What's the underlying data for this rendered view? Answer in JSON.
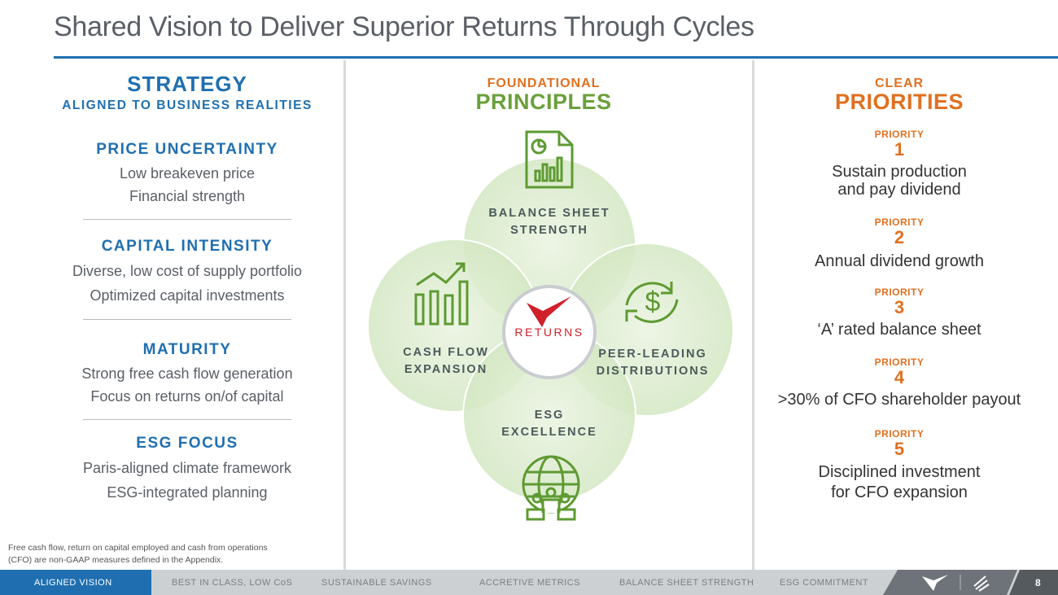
{
  "title": "Shared Vision to Deliver Superior Returns Through Cycles",
  "strategy": {
    "heading": "STRATEGY",
    "subheading": "ALIGNED TO BUSINESS REALITIES",
    "sections": [
      {
        "title": "PRICE UNCERTAINTY",
        "lines": [
          "Low breakeven price",
          "Financial strength"
        ]
      },
      {
        "title": "CAPITAL INTENSITY",
        "lines": [
          "Diverse, low cost of supply portfolio",
          "Optimized capital investments"
        ]
      },
      {
        "title": "MATURITY",
        "lines": [
          "Strong free cash flow generation",
          "Focus on returns on/of capital"
        ]
      },
      {
        "title": "ESG FOCUS",
        "lines": [
          "Paris-aligned climate framework",
          "ESG-integrated planning"
        ]
      }
    ]
  },
  "principles": {
    "heading_small": "FOUNDATIONAL",
    "heading": "PRINCIPLES",
    "center": "RETURNS",
    "items": {
      "top": [
        "BALANCE SHEET",
        "STRENGTH"
      ],
      "left": [
        "CASH FLOW",
        "EXPANSION"
      ],
      "right": [
        "PEER-LEADING",
        "DISTRIBUTIONS"
      ],
      "bottom": [
        "ESG",
        "EXCELLENCE"
      ]
    }
  },
  "priorities": {
    "heading_small": "CLEAR",
    "heading": "PRIORITIES",
    "items": [
      {
        "label": "PRIORITY",
        "num": "1",
        "lines": [
          "Sustain production",
          "and pay dividend"
        ]
      },
      {
        "label": "PRIORITY",
        "num": "2",
        "lines": [
          "Annual dividend growth"
        ]
      },
      {
        "label": "PRIORITY",
        "num": "3",
        "lines": [
          "‘A’ rated balance sheet"
        ]
      },
      {
        "label": "PRIORITY",
        "num": "4",
        "lines": [
          ">30% of CFO shareholder payout"
        ]
      },
      {
        "label": "PRIORITY",
        "num": "5",
        "lines": [
          "Disciplined investment",
          "for CFO expansion"
        ]
      }
    ]
  },
  "footnote": [
    "Free cash flow, return on capital employed and cash from operations",
    "(CFO) are non-GAAP measures defined in the Appendix."
  ],
  "nav": {
    "items": [
      "ALIGNED VISION",
      "BEST IN CLASS, LOW CoS",
      "SUSTAINABLE SAVINGS",
      "ACCRETIVE METRICS",
      "BALANCE SHEET STRENGTH",
      "ESG COMMITMENT"
    ],
    "page": "8"
  },
  "colors": {
    "blue": "#1f6fb0",
    "orange": "#e07020",
    "green": "#6aa03a",
    "red": "#d0202a"
  }
}
